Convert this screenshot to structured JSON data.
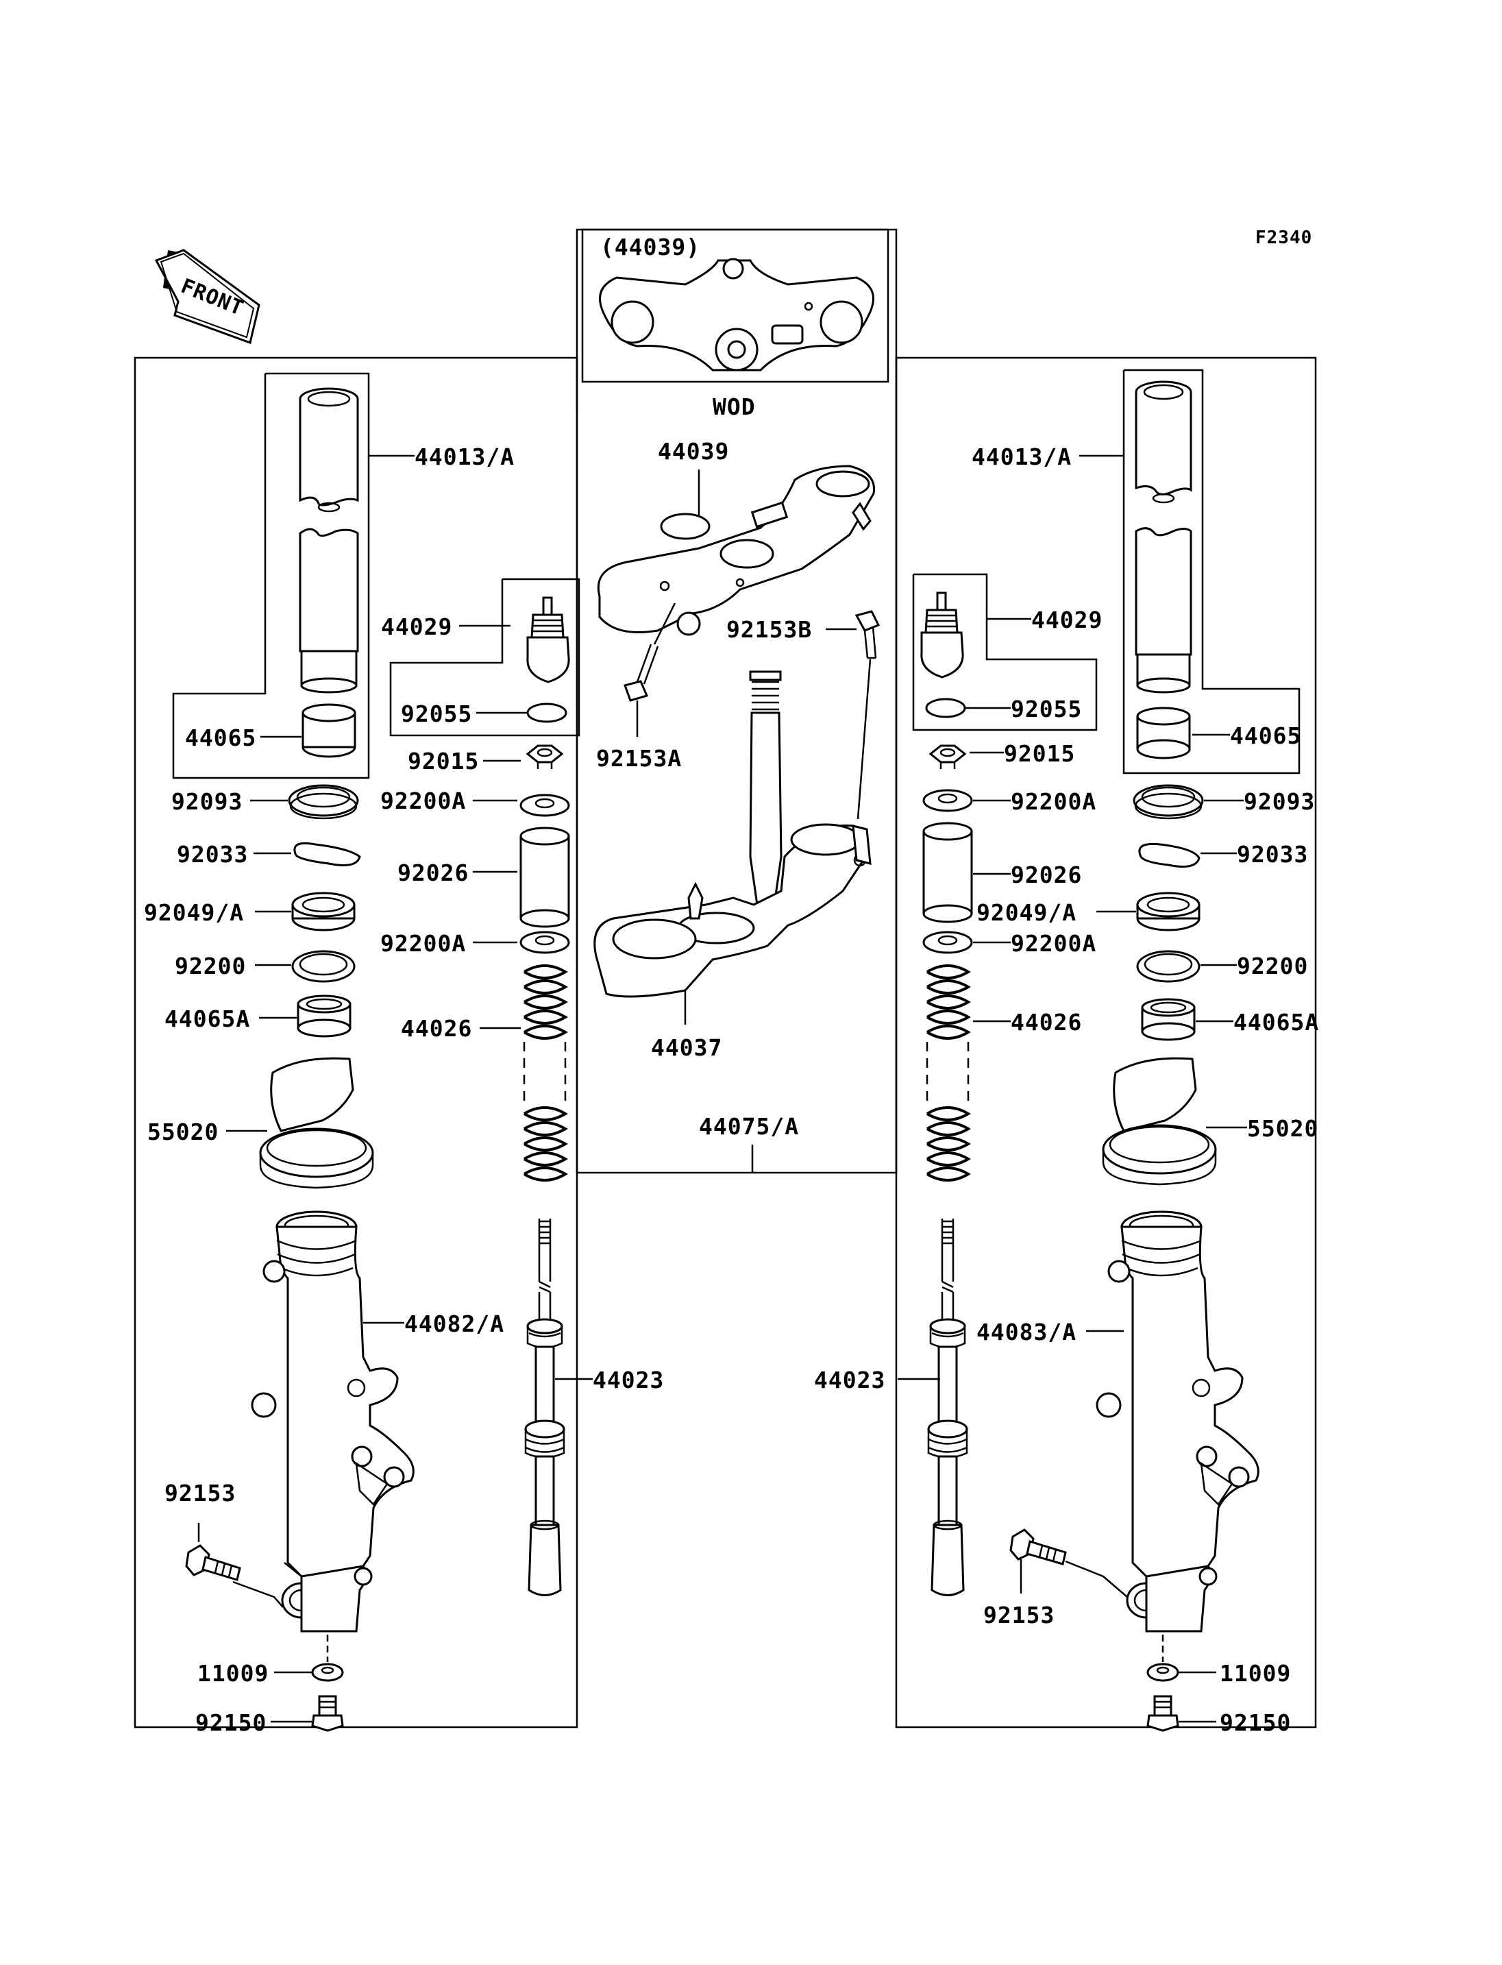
{
  "diagram": {
    "ref_code": "F2340",
    "front_label": "FRONT",
    "variant_label": "WOD",
    "labels": {
      "p44039_boxed": "(44039)",
      "p44039": "44039",
      "p92153B": "92153B",
      "p92153A": "92153A",
      "p44037": "44037",
      "p44075A": "44075/A",
      "L_44013A": "44013/A",
      "L_44029": "44029",
      "L_92055": "92055",
      "L_44065": "44065",
      "L_92015": "92015",
      "L_92093": "92093",
      "L_92200A_top": "92200A",
      "L_92033": "92033",
      "L_92026": "92026",
      "L_92049A": "92049/A",
      "L_92200A_bot": "92200A",
      "L_92200": "92200",
      "L_44065A": "44065A",
      "L_44026": "44026",
      "L_55020": "55020",
      "L_44082A": "44082/A",
      "L_44023": "44023",
      "L_92153": "92153",
      "L_11009": "11009",
      "L_92150": "92150",
      "R_44013A": "44013/A",
      "R_44029": "44029",
      "R_92055": "92055",
      "R_44065": "44065",
      "R_92015": "92015",
      "R_92093": "92093",
      "R_92200A_top": "92200A",
      "R_92033": "92033",
      "R_92026": "92026",
      "R_92049A": "92049/A",
      "R_92200A_bot": "92200A",
      "R_92200": "92200",
      "R_44065A": "44065A",
      "R_44026": "44026",
      "R_55020": "55020",
      "R_44083A": "44083/A",
      "R_44023": "44023",
      "R_92153": "92153",
      "R_11009": "11009",
      "R_92150": "92150"
    }
  }
}
